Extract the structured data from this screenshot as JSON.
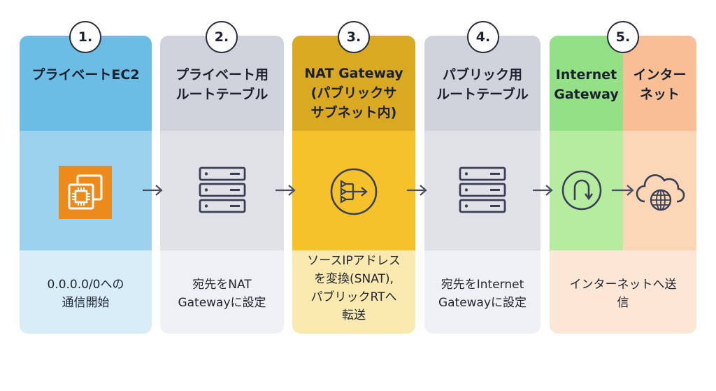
{
  "steps": [
    {
      "number": "1.",
      "title": "プライベートEC2",
      "description": "0.0.0.0/0への\n通信開始",
      "icon": "ec2-instance-icon"
    },
    {
      "number": "2.",
      "title": "プライベート用\nルートテーブル",
      "description": "宛先をNAT\nGatewayに設定",
      "icon": "route-table-server-icon"
    },
    {
      "number": "3.",
      "title": "NAT Gateway\n(パブリックサ\nサブネット内)",
      "description": "ソースIPアドレス\nを変換(SNAT),\nパブリックRTへ\n転送",
      "icon": "nat-gateway-icon"
    },
    {
      "number": "4.",
      "title": "パブリック用\nルートテーブル",
      "description": "宛先をInternet\nGatewayに設定",
      "icon": "route-table-server-icon"
    },
    {
      "number": "5.",
      "title_left": "Internet\nGateway",
      "title_right": "インター\nネット",
      "description": "インターネットへ送\n信",
      "icon_left": "internet-gateway-icon",
      "icon_right": "cloud-globe-icon"
    }
  ],
  "colors": {
    "step1": {
      "head": "#6cbde6",
      "mid": "#9dd2ef",
      "foot": "#d9edf8"
    },
    "step2": {
      "head": "#d0d3dc",
      "mid": "#e0e2e8",
      "foot": "#eff0f3"
    },
    "step3": {
      "head": "#d9a922",
      "mid": "#f5c22b",
      "foot": "#faeab0"
    },
    "step4": {
      "head": "#d0d3dc",
      "mid": "#e0e2e8",
      "foot": "#eff0f3"
    },
    "step5_left": {
      "head": "#94e086",
      "mid": "#b6ec9f"
    },
    "step5_right": {
      "head": "#f8be96",
      "mid": "#fbd6b7"
    },
    "step5_foot": "#fce7d7",
    "ec2_orange": "#ec8a1c",
    "icon_stroke": "#3a3f55",
    "arrow": "#4a4f60"
  }
}
